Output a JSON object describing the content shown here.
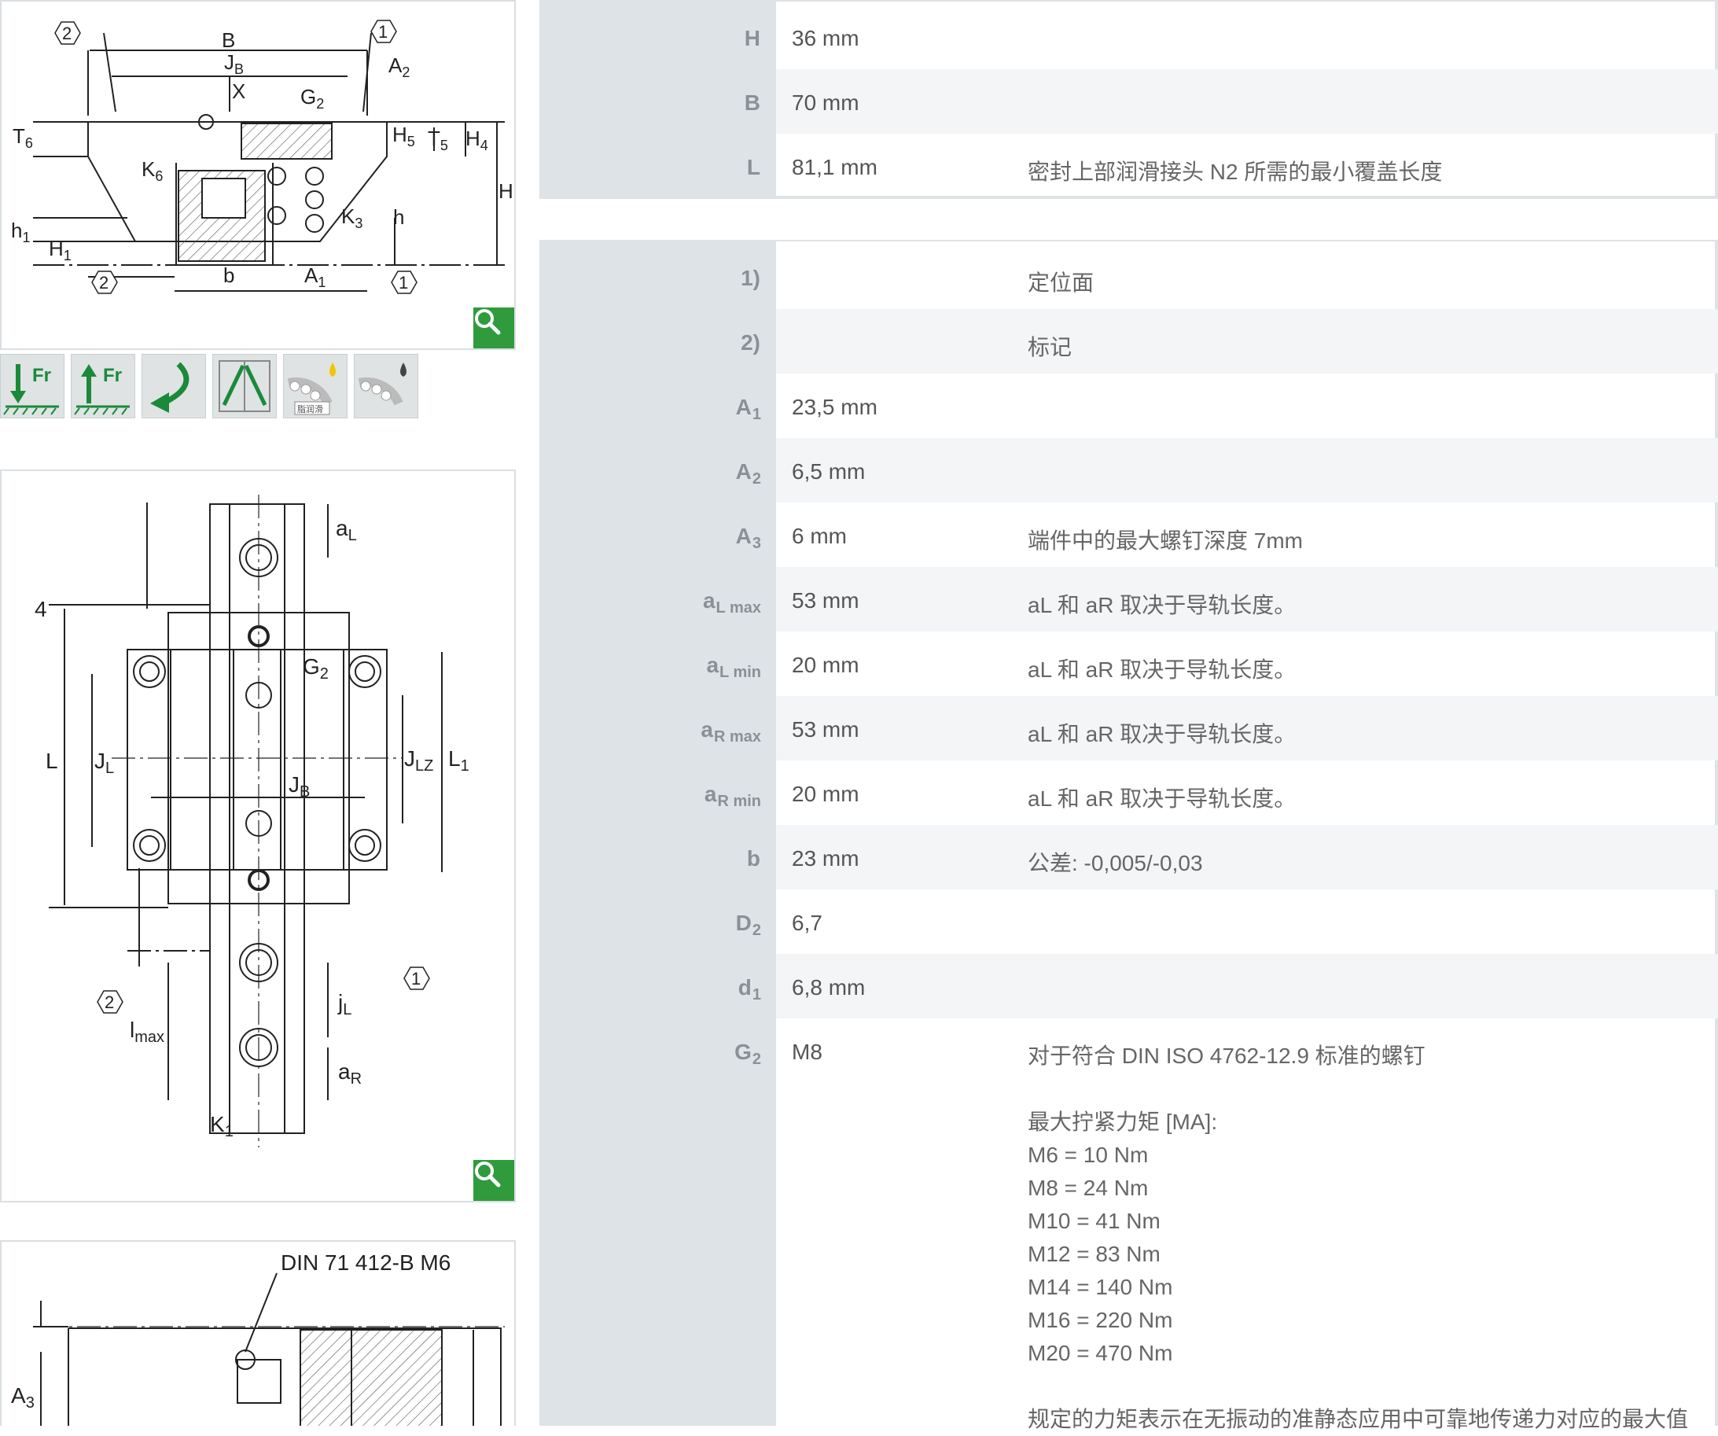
{
  "drawings": {
    "cross_section": {
      "labels": [
        "2",
        "B",
        "JB",
        "1",
        "A2",
        "X",
        "G2",
        "T6",
        "H5",
        "T5",
        "H4",
        "K6",
        "H",
        "K3",
        "h",
        "h1",
        "H1",
        "2",
        "b",
        "A1",
        "1"
      ]
    },
    "top_view": {
      "labels": [
        "aL",
        "4",
        "G2",
        "L",
        "JL",
        "JLZ",
        "L1",
        "JB",
        "2",
        "1",
        "jL",
        "lmax",
        "aR",
        "K1"
      ]
    },
    "detail": {
      "title": "DIN 71 412-B M6",
      "labels": [
        "A3"
      ]
    }
  },
  "icons": [
    {
      "name": "radial-load-down-icon",
      "text": "Fr"
    },
    {
      "name": "radial-load-up-icon",
      "text": "Fr"
    },
    {
      "name": "moment-arrow-icon",
      "text": ""
    },
    {
      "name": "angular-contact-icon",
      "text": ""
    },
    {
      "name": "grease-lubrication-icon",
      "text": "脂润滑"
    },
    {
      "name": "oil-lubrication-icon",
      "text": ""
    }
  ],
  "table1": [
    {
      "label": "H",
      "sub": "",
      "value": "36  mm",
      "note": ""
    },
    {
      "label": "B",
      "sub": "",
      "value": "70  mm",
      "note": ""
    },
    {
      "label": "L",
      "sub": "",
      "value": "81,1  mm",
      "note": "密封上部润滑接头 N2 所需的最小覆盖长度"
    }
  ],
  "table2": [
    {
      "label": "1)",
      "sub": "",
      "value": "",
      "note": "定位面"
    },
    {
      "label": "2)",
      "sub": "",
      "value": "",
      "note": "标记"
    },
    {
      "label": "A",
      "sub": "1",
      "value": "23,5  mm",
      "note": ""
    },
    {
      "label": "A",
      "sub": "2",
      "value": "6,5  mm",
      "note": ""
    },
    {
      "label": "A",
      "sub": "3",
      "value": "6  mm",
      "note": "端件中的最大螺钉深度 7mm"
    },
    {
      "label": "a",
      "sub": "L max",
      "value": "53  mm",
      "note": "aL 和 aR 取决于导轨长度。"
    },
    {
      "label": "a",
      "sub": "L min",
      "value": "20  mm",
      "note": "aL 和 aR 取决于导轨长度。"
    },
    {
      "label": "a",
      "sub": "R max",
      "value": "53  mm",
      "note": "aL 和 aR 取决于导轨长度。"
    },
    {
      "label": "a",
      "sub": "R min",
      "value": "20  mm",
      "note": "aL 和 aR 取决于导轨长度。"
    },
    {
      "label": "b",
      "sub": "",
      "value": "23  mm",
      "note": "公差: -0,005/-0,03"
    },
    {
      "label": "D",
      "sub": "2",
      "value": "6,7",
      "note": ""
    },
    {
      "label": "d",
      "sub": "1",
      "value": "6,8  mm",
      "note": ""
    }
  ],
  "g2_row": {
    "label": "G",
    "sub": "2",
    "value": "M8",
    "lines": [
      "对于符合 DIN ISO 4762-12.9 标准的螺钉",
      "",
      "最大拧紧力矩 [MA]:",
      "M6 = 10 Nm",
      "M8 = 24 Nm",
      "M10 = 41 Nm",
      "M12 = 83 Nm",
      "M14 = 140 Nm",
      "M16 = 220 Nm",
      "M20 = 470 Nm",
      "",
      "规定的力矩表示在无振动的准静态应用中可靠地传递力对应的最大值"
    ]
  },
  "colors": {
    "zoom_button": "#2f9b3d",
    "label_column": "#dee3e7",
    "alt_row": "#f3f5f7"
  }
}
